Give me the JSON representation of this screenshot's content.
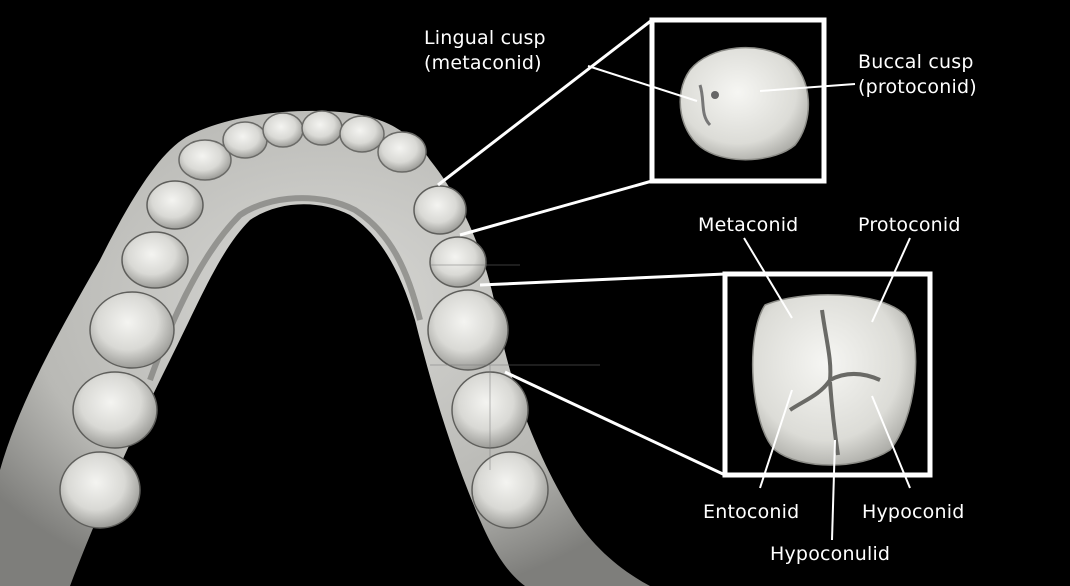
{
  "labels": {
    "lingual_cusp": {
      "line1": "Lingual cusp",
      "line2": "(metaconid)"
    },
    "buccal_cusp": {
      "line1": "Buccal cusp",
      "line2": "(protoconid)"
    },
    "metaconid": "Metaconid",
    "protoconid": "Protoconid",
    "entoconid": "Entoconid",
    "hypoconid": "Hypoconid",
    "hypoconulid": "Hypoconulid"
  },
  "colors": {
    "background": "#000000",
    "bone": "#c9c9c6",
    "bone_shadow": "#8b8b88",
    "tooth": "#e6e6e2",
    "line": "#ffffff"
  }
}
